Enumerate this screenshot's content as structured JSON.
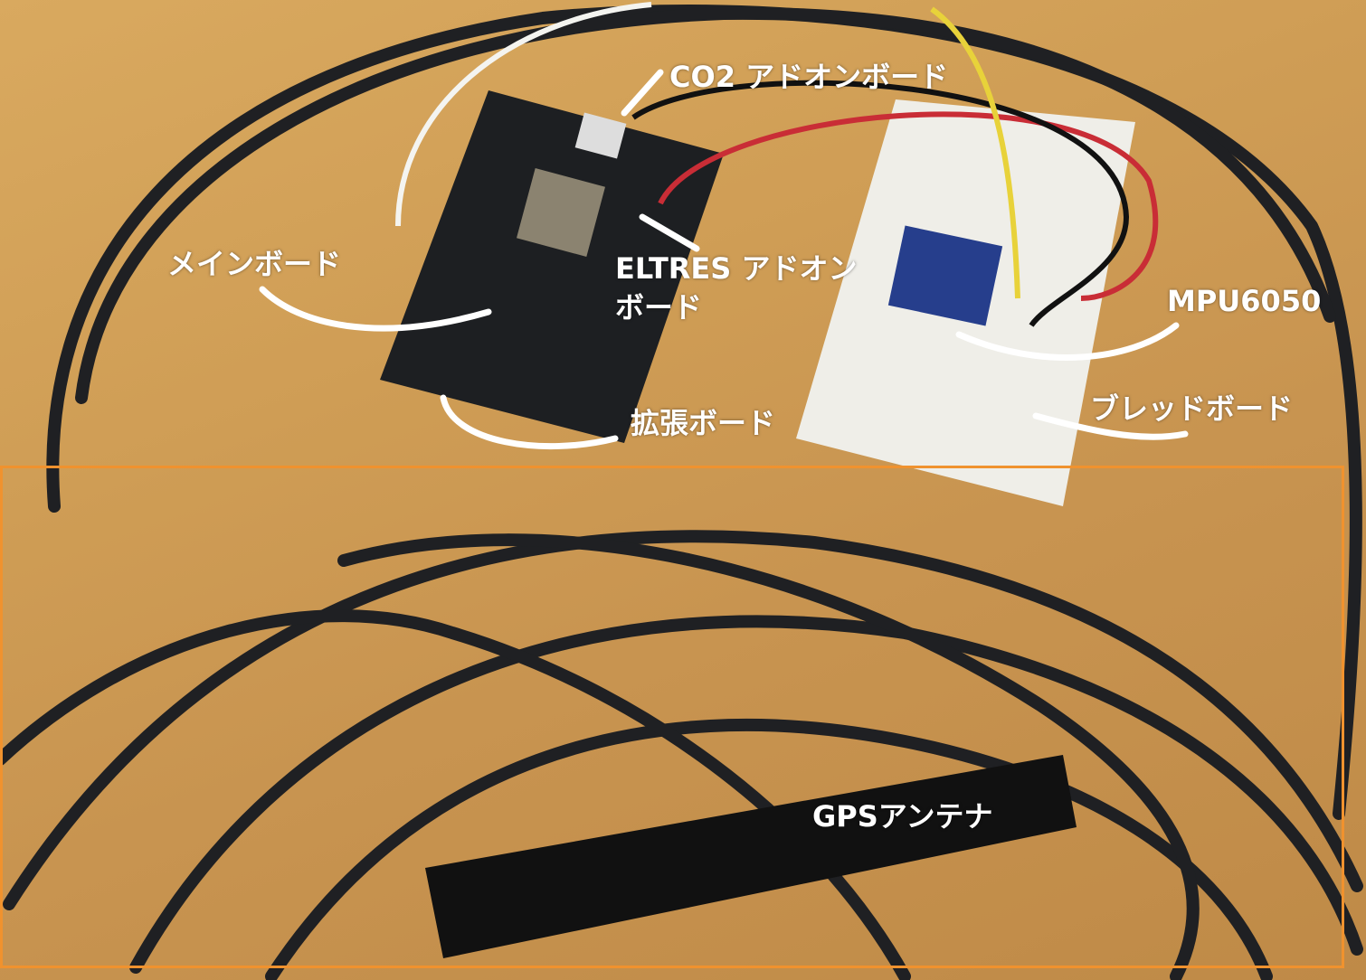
{
  "labels": {
    "co2_addon_board": "CO2 アドオンボード",
    "main_board": "メインボード",
    "eltres_addon_line1": "ELTRES アドオン",
    "eltres_addon_line2": "ボード",
    "mpu6050": "MPU6050",
    "expansion_board": "拡張ボード",
    "breadboard": "ブレッドボード",
    "gps_antenna": "GPSアンテナ"
  },
  "colors": {
    "highlight_frame": "#f0922e",
    "label_text": "#ffffff",
    "wood": "#d1a058"
  }
}
